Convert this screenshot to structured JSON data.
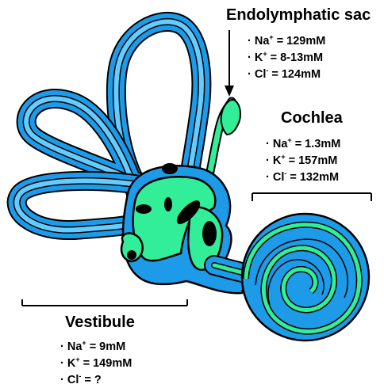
{
  "endolymphatic_sac": {
    "title": "Endolymphatic sac",
    "items": [
      {
        "ion": "Na",
        "charge": "+",
        "value": "= 129mM"
      },
      {
        "ion": "K",
        "charge": "+",
        "value": "= 8-13mM"
      },
      {
        "ion": "Cl",
        "charge": "-",
        "value": "= 124mM"
      }
    ]
  },
  "cochlea": {
    "title": "Cochlea",
    "items": [
      {
        "ion": "Na",
        "charge": "+",
        "value": "= 1.3mM"
      },
      {
        "ion": "K",
        "charge": "+",
        "value": "= 157mM"
      },
      {
        "ion": "Cl",
        "charge": "-",
        "value": "= 132mM"
      }
    ]
  },
  "vestibule": {
    "title": "Vestibule",
    "items": [
      {
        "ion": "Na",
        "charge": "+",
        "value": "= 9mM"
      },
      {
        "ion": "K",
        "charge": "+",
        "value": "= 149mM"
      },
      {
        "ion": "Cl",
        "charge": "-",
        "value": "= ?"
      }
    ]
  },
  "bullet": "·",
  "colors": {
    "outer_blue": "#1e9be8",
    "light_blue": "#66ccff",
    "sensory_green": "#33ee99",
    "pale_green": "#7ff2cc",
    "outline": "#000000",
    "spot": "#000000"
  }
}
